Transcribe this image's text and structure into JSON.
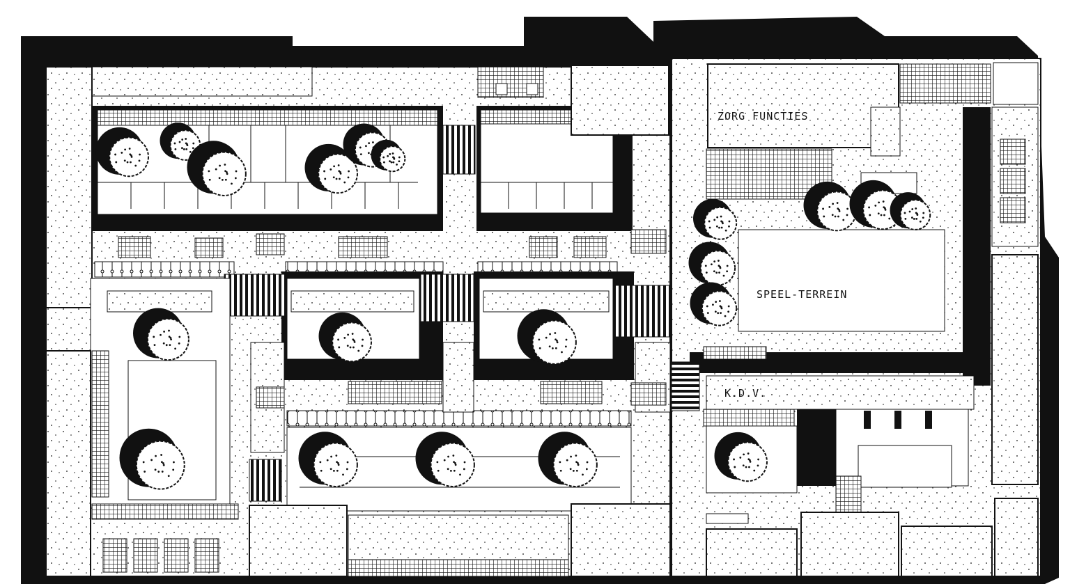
{
  "labels": {
    "zorg": "ZORG FUNCTIES",
    "speel": "SPEEL-TERREIN",
    "kdv": "K.D.V."
  },
  "colors": {
    "ink": "#111111",
    "paper": "#ffffff",
    "hatch": "#000000"
  }
}
